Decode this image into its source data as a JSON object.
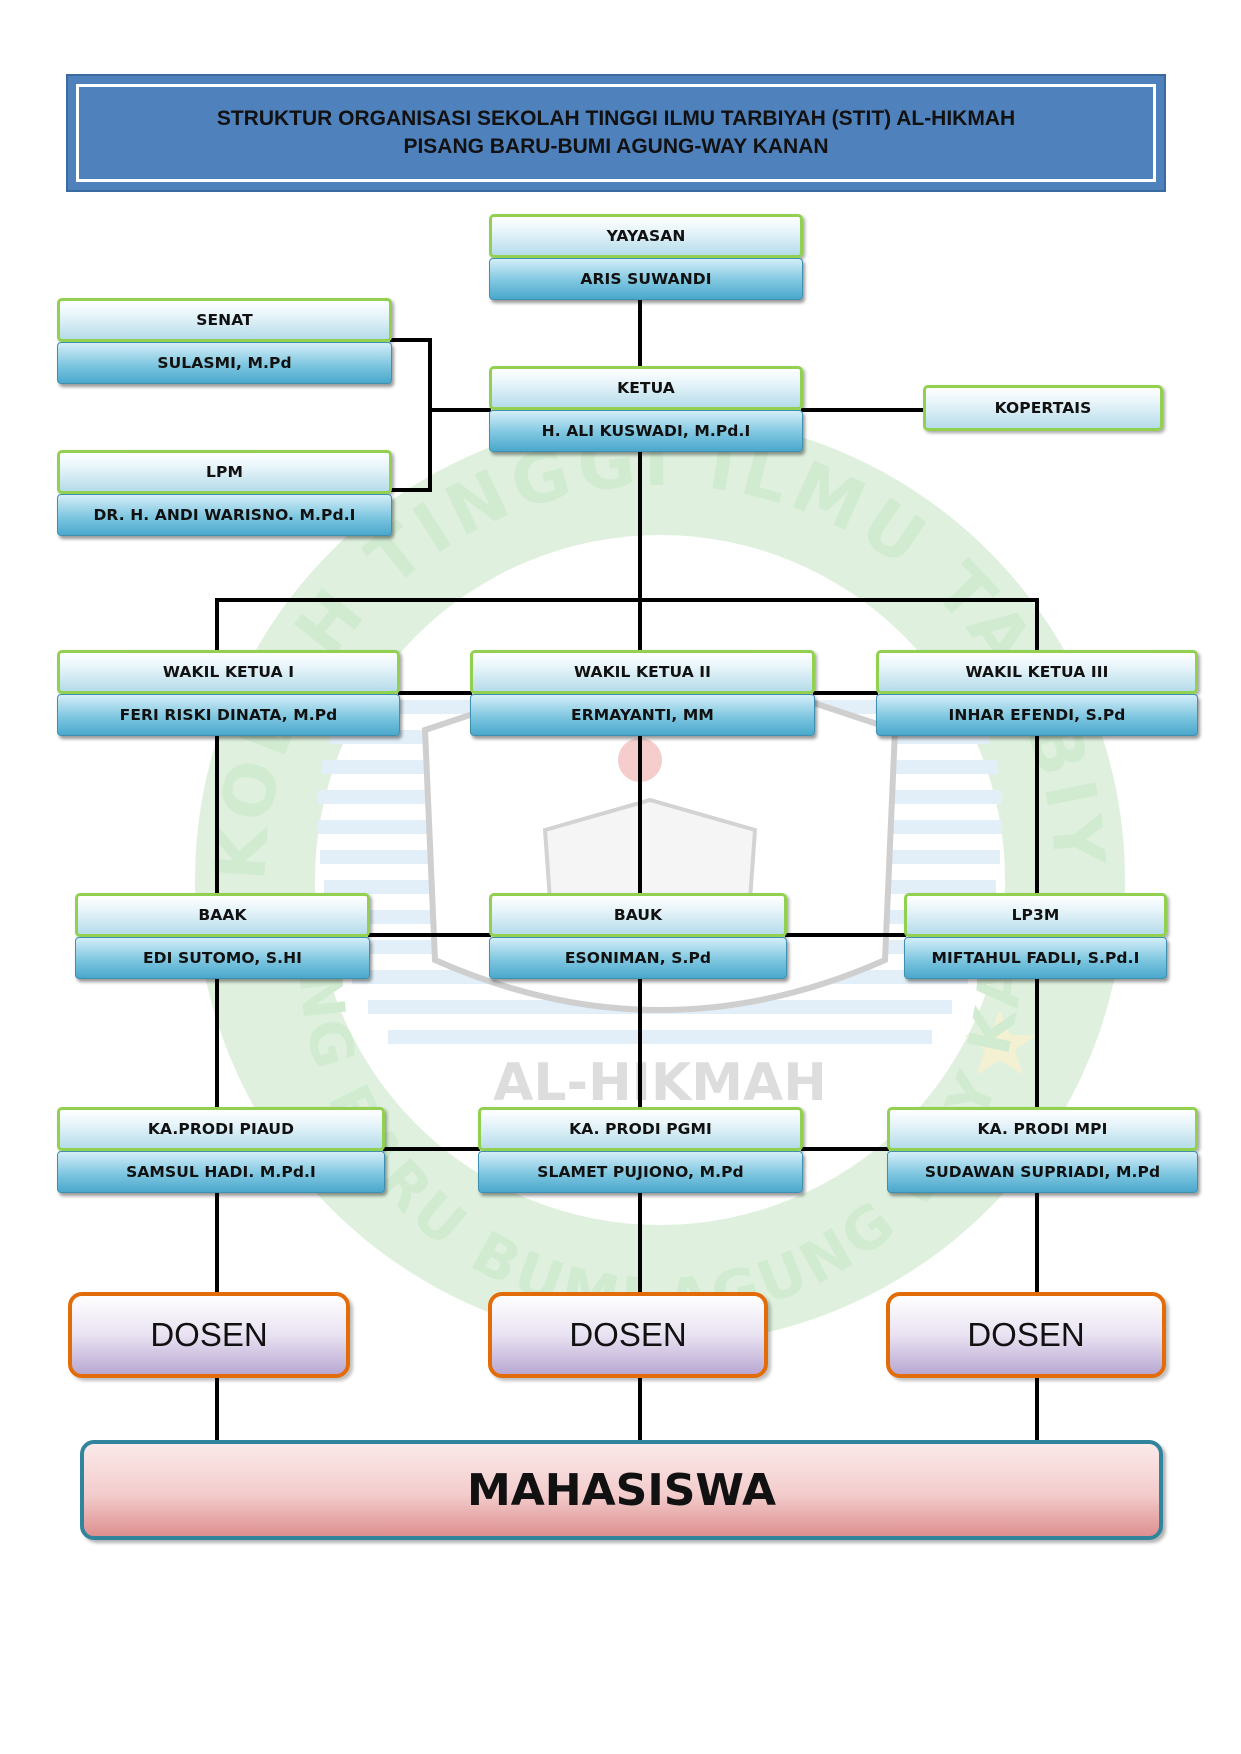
{
  "header": {
    "line1": "STRUKTUR ORGANISASI SEKOLAH TINGGI ILMU TARBIYAH (STIT) AL-HIKMAH",
    "line2": "PISANG BARU-BUMI AGUNG-WAY KANAN"
  },
  "watermark": {
    "arc_top": "SEKOLAH TINGGI ILMU TARBIYAH",
    "center_name": "AL-HIKMAH",
    "arc_bottom": "PISANG BARU BUMI AGUNG WAY KANAN"
  },
  "nodes": {
    "yayasan": {
      "role": "YAYASAN",
      "person": "ARIS SUWANDI"
    },
    "senat": {
      "role": "SENAT",
      "person": "SULASMI, M.Pd"
    },
    "ketua": {
      "role": "KETUA",
      "person": "H. ALI KUSWADI, M.Pd.I"
    },
    "kopertais": {
      "role": "KOPERTAIS"
    },
    "lpm": {
      "role": "LPM",
      "person": "DR. H. ANDI WARISNO. M.Pd.I"
    },
    "wakil1": {
      "role": "WAKIL KETUA I",
      "person": "FERI RISKI DINATA, M.Pd"
    },
    "wakil2": {
      "role": "WAKIL KETUA II",
      "person": "ERMAYANTI, MM"
    },
    "wakil3": {
      "role": "WAKIL KETUA III",
      "person": "INHAR EFENDI, S.Pd"
    },
    "baak": {
      "role": "BAAK",
      "person": "EDI SUTOMO, S.HI"
    },
    "bauk": {
      "role": "BAUK",
      "person": "ESONIMAN, S.Pd"
    },
    "lp3m": {
      "role": "LP3M",
      "person": "MIFTAHUL FADLI, S.Pd.I"
    },
    "prodi_piaud": {
      "role": "KA.PRODI PIAUD",
      "person": "SAMSUL HADI. M.Pd.I"
    },
    "prodi_pgmi": {
      "role": "KA. PRODI PGMI",
      "person": "SLAMET PUJIONO, M.Pd"
    },
    "prodi_mpi": {
      "role": "KA. PRODI MPI",
      "person": "SUDAWAN SUPRIADI, M.Pd"
    }
  },
  "dosen": [
    "DOSEN",
    "DOSEN",
    "DOSEN"
  ],
  "mahasiswa": "MAHASISWA",
  "colors": {
    "header_fill": "#4f81bd",
    "role_border": "#92d050",
    "person_fill": "#4aa8cc",
    "dosen_border": "#e36c0a",
    "mahasiswa_border": "#31849b",
    "connector": "#000000"
  }
}
